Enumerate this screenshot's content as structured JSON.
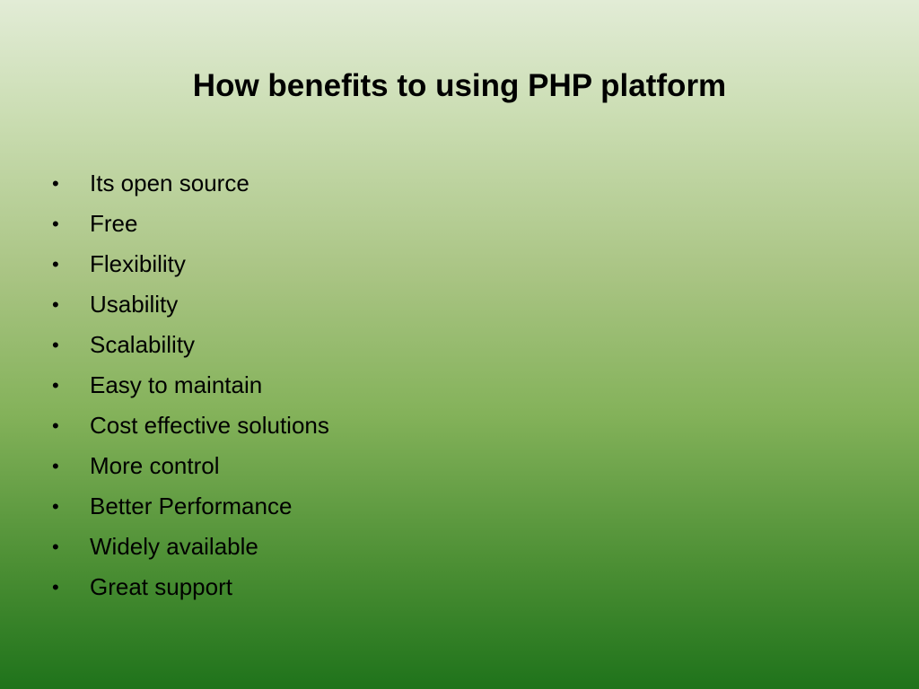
{
  "slide": {
    "title": "How benefits to using PHP platform",
    "bullet_symbol": "•",
    "items": [
      "Its open source",
      "Free",
      "Flexibility",
      "Usability",
      "Scalability",
      "Easy to maintain",
      "Cost effective solutions",
      "More control",
      "Better Performance",
      "Widely available",
      "Great support"
    ]
  },
  "colors": {
    "background_top": "#e2ecd6",
    "background_bottom": "#1f731b",
    "text": "#000000"
  }
}
